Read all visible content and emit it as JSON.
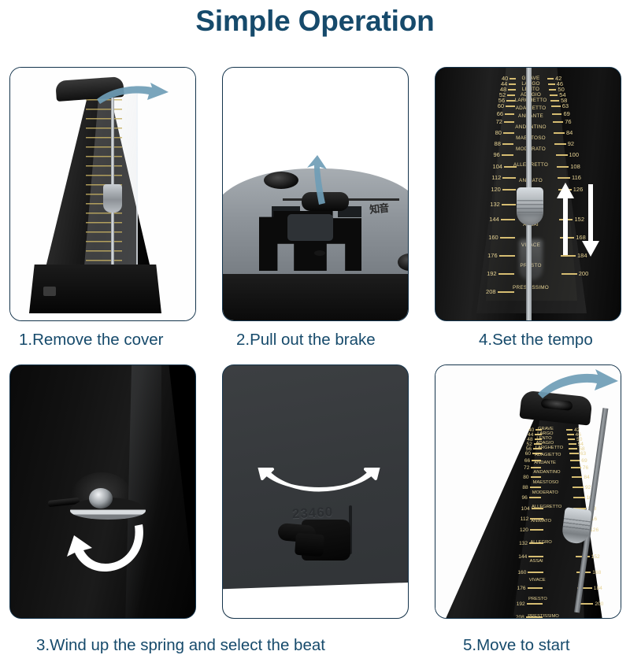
{
  "page": {
    "title": "Simple Operation",
    "title_color": "#164a6b",
    "background": "#ffffff",
    "border_color": "#14344c",
    "arrow_blue": "#5b8da8",
    "arrow_white": "#ffffff",
    "scale_gold": "#e7d394"
  },
  "panels": [
    {
      "id": "panel-remove-cover",
      "caption": "1.Remove the cover",
      "subject": "black pyramid metronome with transparent cover",
      "arrow": {
        "name": "arrow-right-icon",
        "direction": "right",
        "color": "#5b8da8"
      }
    },
    {
      "id": "panel-pull-brake",
      "caption": "2.Pull out the brake",
      "subject": "metronome underside with brake tab",
      "logo_text": "知音",
      "arrow": {
        "name": "arrow-up-icon",
        "direction": "up",
        "color": "#5b8da8"
      }
    },
    {
      "id": "panel-set-tempo",
      "caption": "4.Set the tempo",
      "subject": "tempo scale with sliding weight",
      "arrows": [
        {
          "name": "arrow-up-icon",
          "direction": "up",
          "color": "#ffffff"
        },
        {
          "name": "arrow-down-icon",
          "direction": "down",
          "color": "#ffffff"
        }
      ]
    },
    {
      "id": "panel-wind-spring",
      "caption": "3.Wind up the spring and select the beat",
      "subject": "winding key on side of metronome",
      "arrow": {
        "name": "arrow-rotate-icon",
        "direction": "counterclockwise",
        "color": "#ffffff"
      }
    },
    {
      "id": "panel-select-beat",
      "caption": "",
      "subject": "beat selector slider",
      "beat_markings": "23460",
      "arrow": {
        "name": "arrow-double-curved-icon",
        "direction": "left-right",
        "color": "#ffffff"
      }
    },
    {
      "id": "panel-move-to-start",
      "caption": "5.Move to start",
      "subject": "metronome pendulum rod swung to the side",
      "arrow": {
        "name": "arrow-right-icon",
        "direction": "right",
        "color": "#5b8da8"
      }
    }
  ],
  "tempo_scale": {
    "left_column": [
      40,
      44,
      48,
      52,
      56,
      60,
      66,
      72,
      80,
      88,
      96,
      104,
      112,
      120,
      132,
      144,
      160,
      176,
      192,
      208
    ],
    "right_column": [
      42,
      46,
      50,
      54,
      58,
      63,
      69,
      76,
      84,
      92,
      100,
      108,
      116,
      126,
      152,
      168,
      184,
      200
    ],
    "tempo_names": [
      "GRAVE",
      "LARGO",
      "LENTO",
      "ADAGIO",
      "LARGHETTO",
      "ADAGIETTO",
      "ANDANTE",
      "ANDANTINO",
      "MAESTOSO",
      "MODERATO",
      "ALLEGRETTO",
      "ANIMATO",
      "ALLEGRO",
      "ASSAI",
      "VIVACE",
      "PRESTO",
      "PRESTISSIMO"
    ]
  }
}
